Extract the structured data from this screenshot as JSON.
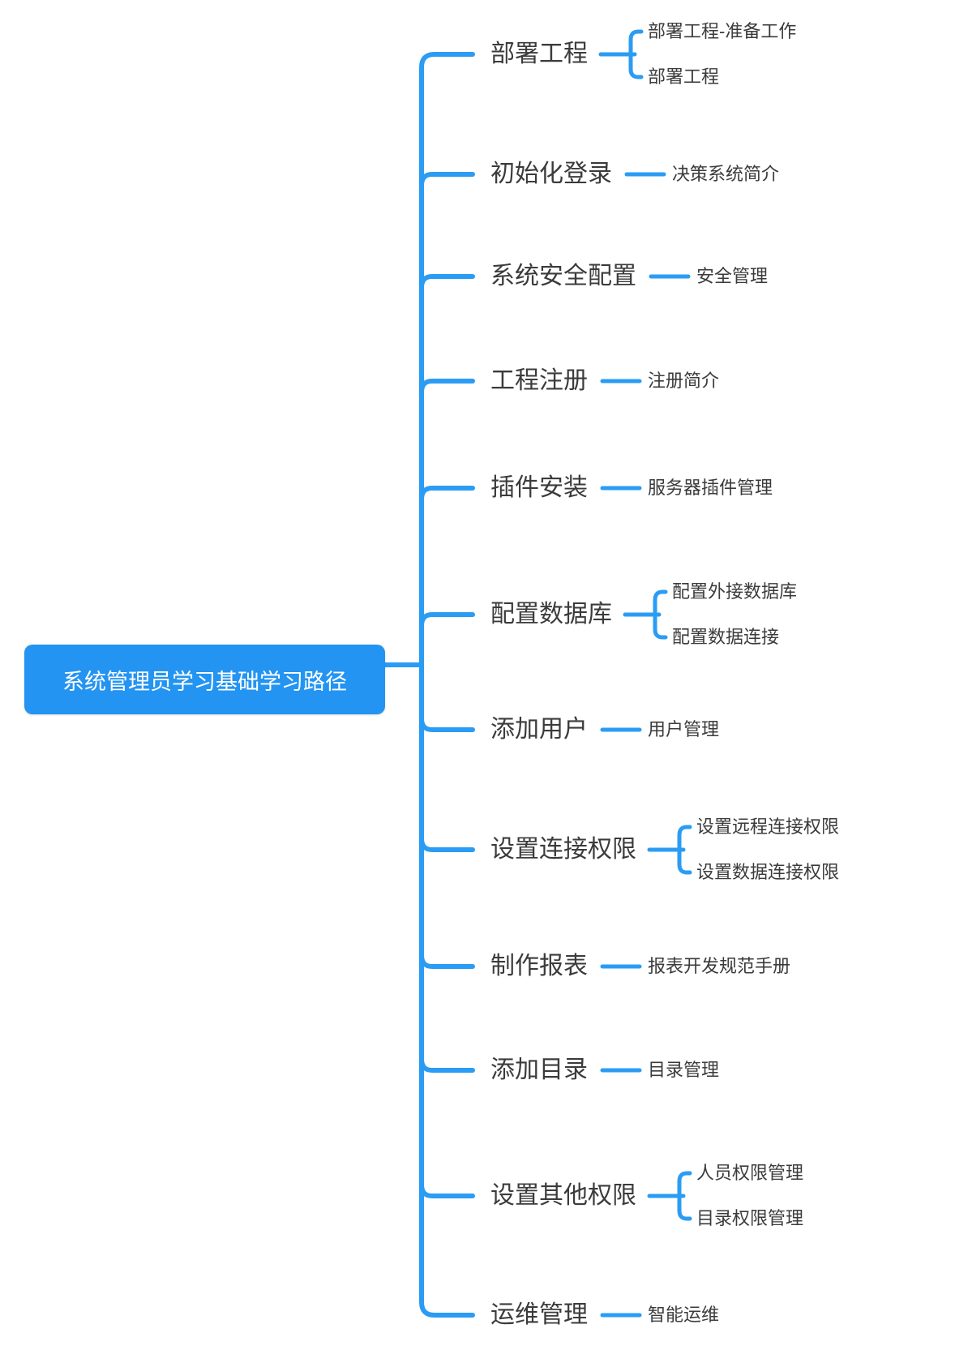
{
  "root": {
    "label": "系统管理员学习基础学习路径"
  },
  "branches": [
    {
      "label": "部署工程",
      "children": [
        "部署工程-准备工作",
        "部署工程"
      ]
    },
    {
      "label": "初始化登录",
      "children": [
        "决策系统简介"
      ]
    },
    {
      "label": "系统安全配置",
      "children": [
        "安全管理"
      ]
    },
    {
      "label": "工程注册",
      "children": [
        "注册简介"
      ]
    },
    {
      "label": "插件安装",
      "children": [
        "服务器插件管理"
      ]
    },
    {
      "label": "配置数据库",
      "children": [
        "配置外接数据库",
        "配置数据连接"
      ]
    },
    {
      "label": "添加用户",
      "children": [
        "用户管理"
      ]
    },
    {
      "label": "设置连接权限",
      "children": [
        "设置远程连接权限",
        "设置数据连接权限"
      ]
    },
    {
      "label": "制作报表",
      "children": [
        "报表开发规范手册"
      ]
    },
    {
      "label": "添加目录",
      "children": [
        "目录管理"
      ]
    },
    {
      "label": "设置其他权限",
      "children": [
        "人员权限管理",
        "目录权限管理"
      ]
    },
    {
      "label": "运维管理",
      "children": [
        "智能运维"
      ]
    }
  ],
  "colors": {
    "line": "#2b9cf4",
    "root_bg": "#2394f2",
    "root_text": "#ffffff",
    "node_text": "#3b3b3b"
  }
}
